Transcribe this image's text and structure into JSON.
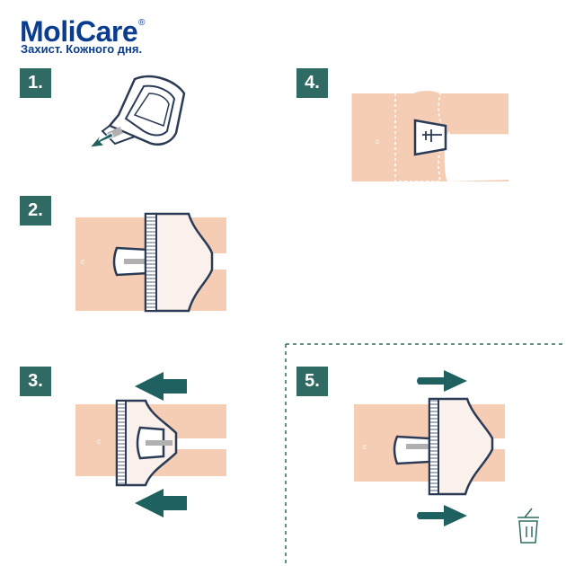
{
  "brand": {
    "name": "MoliCare",
    "registered": "®",
    "tagline": "Захист. Кожного дня."
  },
  "steps": [
    "1.",
    "2.",
    "3.",
    "4.",
    "5."
  ],
  "colors": {
    "brand_blue": "#0a3d8f",
    "step_teal": "#2f6b63",
    "skin": "#f5cdb5",
    "outline": "#2b3a55",
    "arrow": "#1f6161",
    "dashed_border": "#2f6b63"
  },
  "icons": [
    "pad-icon",
    "arrow-icon",
    "disposal-bin-icon"
  ]
}
